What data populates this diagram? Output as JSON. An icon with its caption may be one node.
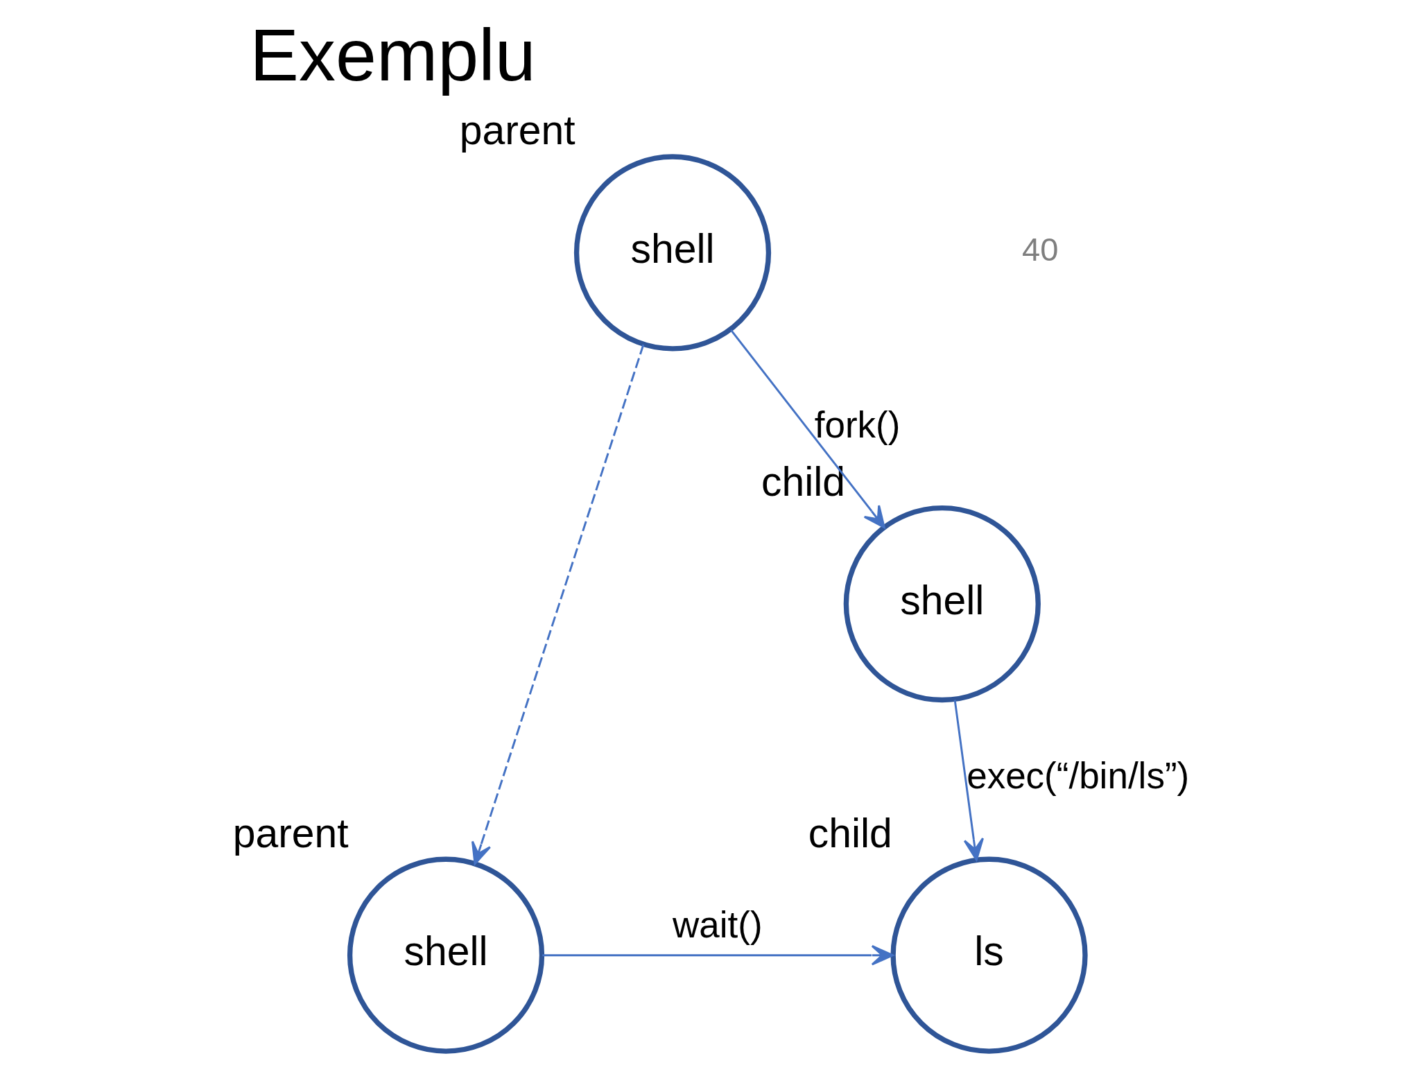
{
  "diagram": {
    "title": "Exemplu",
    "nodes": [
      {
        "text": [
          "shell"
        ],
        "beside": [
          "parent"
        ]
      },
      {
        "text": [
          "shell"
        ],
        "beside": [
          "child"
        ]
      },
      {
        "text": [
          "ls"
        ],
        "beside": [
          "child"
        ]
      },
      {
        "text": [
          "shell"
        ],
        "beside": [
          "parent"
        ]
      }
    ],
    "edges": [
      {
        "from": 0,
        "to": 1,
        "arrow": "to",
        "label": "fork()"
      },
      {
        "from": 1,
        "to": 2,
        "arrow": "to",
        "label": "exec(“/bin/ls”)"
      },
      {
        "from": 0,
        "to": 3,
        "arrow": "to",
        "style": "dashed"
      },
      {
        "from": 3,
        "to": 2,
        "arrow": "to",
        "label": "wait()"
      }
    ],
    "labels": [
      "40"
    ]
  }
}
